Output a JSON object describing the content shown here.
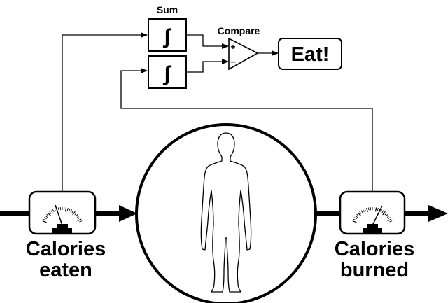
{
  "labels": {
    "sum": "Sum",
    "compare": "Compare",
    "plus": "+",
    "minus": "−",
    "eat": "Eat!",
    "eaten_line1": "Calories",
    "eaten_line2": "eaten",
    "burned_line1": "Calories",
    "burned_line2": "burned"
  },
  "integrator_symbol": "∫",
  "colors": {
    "stroke": "#000000",
    "fill": "#ffffff"
  },
  "icons": {
    "meter": "analog-gauge-icon",
    "body": "human-silhouette-icon",
    "integrator": "integral-block-icon",
    "comparator": "op-amp-triangle-icon"
  }
}
